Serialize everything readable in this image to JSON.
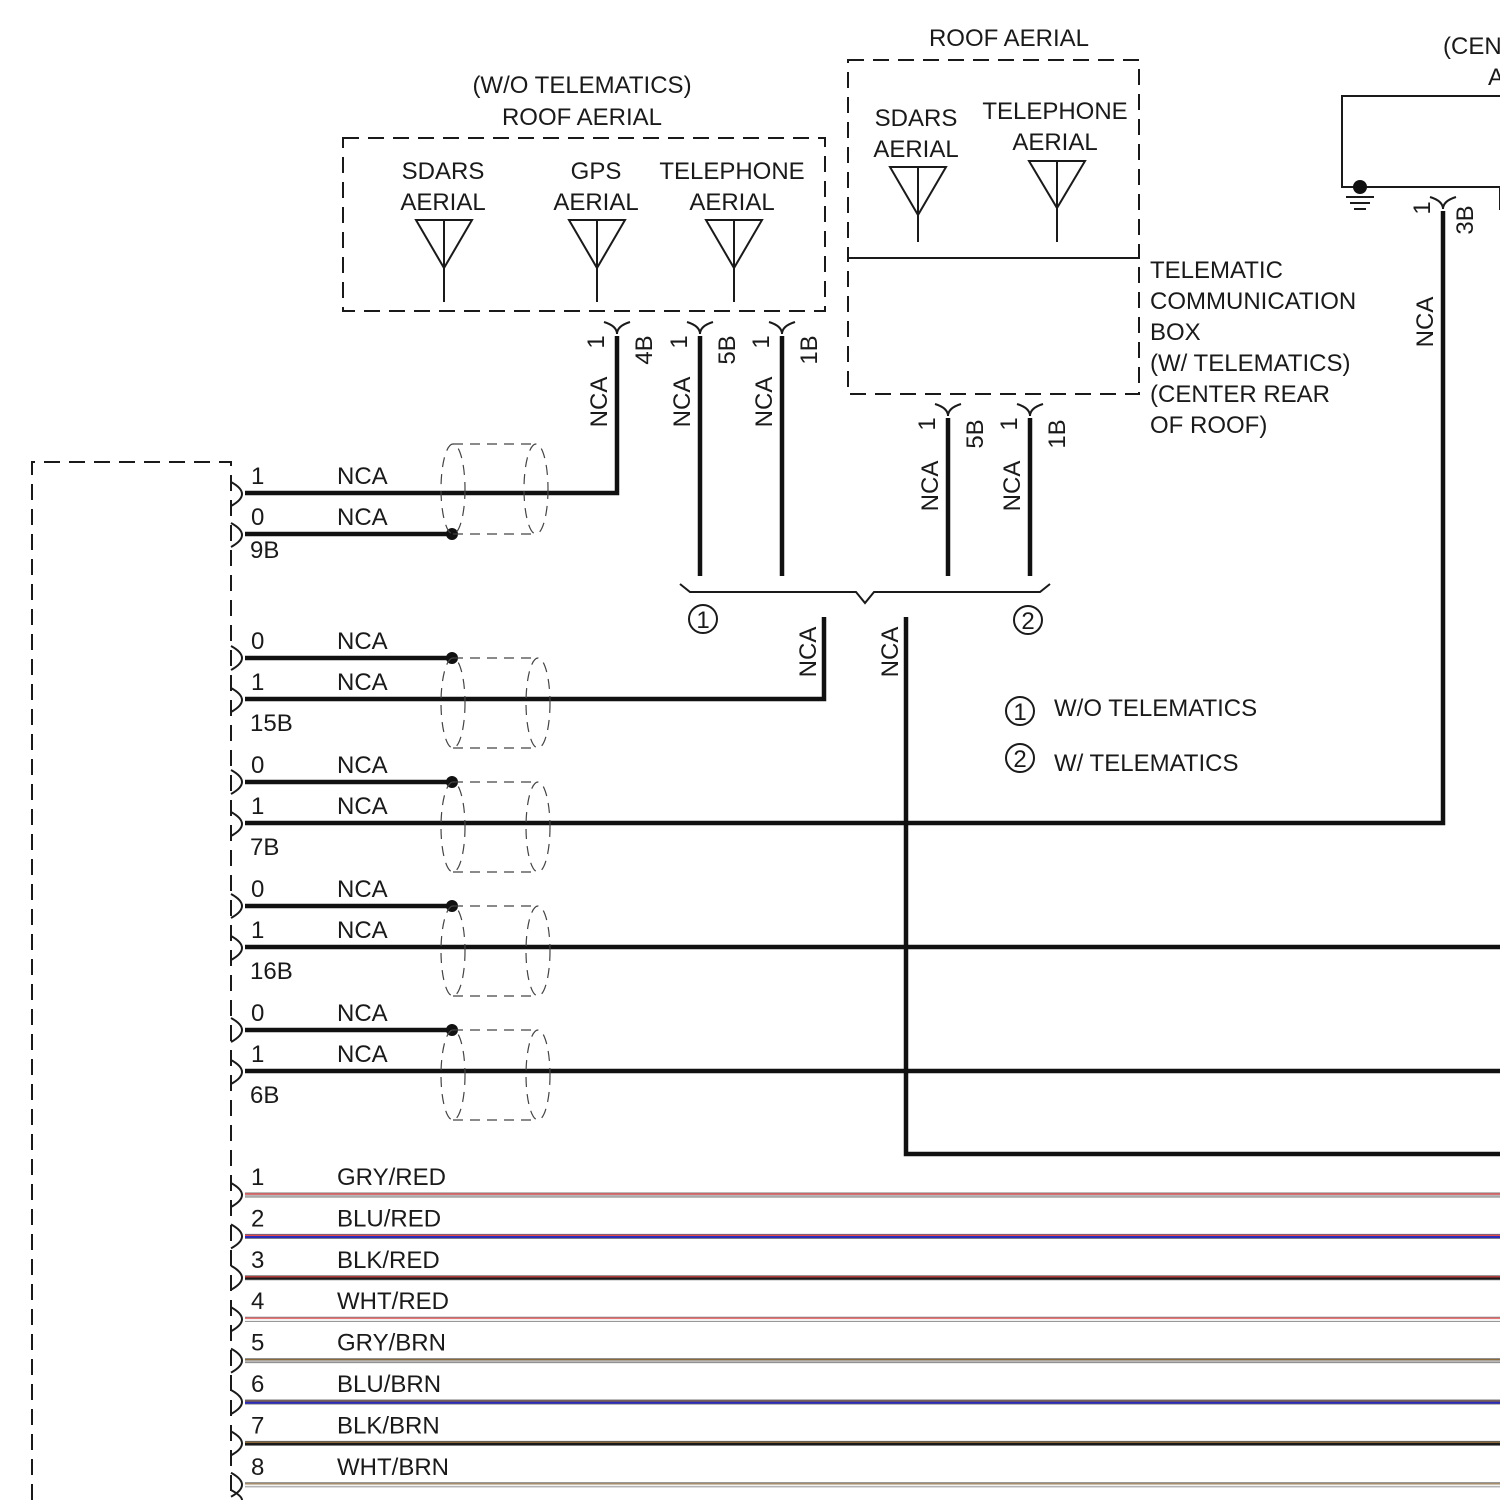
{
  "labels": {
    "wo_telematics_title": "(W/O TELEMATICS)",
    "roof_aerial_1": "ROOF AERIAL",
    "roof_aerial_2": "ROOF AERIAL",
    "sdars_1": [
      "SDARS",
      "AERIAL"
    ],
    "gps": [
      "GPS",
      "AERIAL"
    ],
    "telephone_1": [
      "TELEPHONE",
      "AERIAL"
    ],
    "sdars_2": [
      "SDARS",
      "AERIAL"
    ],
    "telephone_2": [
      "TELEPHONE",
      "AERIAL"
    ],
    "telematic_box": [
      "TELEMATIC",
      "COMMUNICATION",
      "BOX",
      "(W/ TELEMATICS)",
      "(CENTER REAR",
      "OF ROOF)"
    ],
    "cut_right_top": [
      "(CEN",
      "A"
    ]
  },
  "top_connectors": [
    {
      "pin": "1",
      "id": "4B",
      "wire": "NCA"
    },
    {
      "pin": "1",
      "id": "5B",
      "wire": "NCA"
    },
    {
      "pin": "1",
      "id": "1B",
      "wire": "NCA"
    },
    {
      "pin": "1",
      "id": "5B",
      "wire": "NCA"
    },
    {
      "pin": "1",
      "id": "1B",
      "wire": "NCA"
    },
    {
      "pin": "1",
      "id": "3B",
      "wire": "NCA"
    }
  ],
  "splice": {
    "option1": "1",
    "option2": "2",
    "left_wire": "NCA",
    "right_wire": "NCA",
    "cut_wire": "NCA"
  },
  "legend": [
    {
      "num": "1",
      "text": "W/O TELEMATICS"
    },
    {
      "num": "2",
      "text": "W/ TELEMATICS"
    }
  ],
  "left_connectors": [
    {
      "id": "9B",
      "pins": [
        {
          "pin": "1",
          "wire": "NCA"
        },
        {
          "pin": "0",
          "wire": "NCA"
        }
      ]
    },
    {
      "id": "15B",
      "pins": [
        {
          "pin": "0",
          "wire": "NCA"
        },
        {
          "pin": "1",
          "wire": "NCA"
        }
      ]
    },
    {
      "id": "7B",
      "pins": [
        {
          "pin": "0",
          "wire": "NCA"
        },
        {
          "pin": "1",
          "wire": "NCA"
        }
      ]
    },
    {
      "id": "16B",
      "pins": [
        {
          "pin": "0",
          "wire": "NCA"
        },
        {
          "pin": "1",
          "wire": "NCA"
        }
      ]
    },
    {
      "id": "6B",
      "pins": [
        {
          "pin": "0",
          "wire": "NCA"
        },
        {
          "pin": "1",
          "wire": "NCA"
        }
      ]
    }
  ],
  "color_wires": [
    {
      "pin": "1",
      "color": "GRY/RED",
      "main": "#b8b8b8",
      "stripe": "#e8494b"
    },
    {
      "pin": "2",
      "color": "BLU/RED",
      "main": "#2a2ab8",
      "stripe": "#e8494b"
    },
    {
      "pin": "3",
      "color": "BLK/RED",
      "main": "#1a1a1a",
      "stripe": "#e8494b"
    },
    {
      "pin": "4",
      "color": "WHT/RED",
      "main": "#f2f2f2",
      "stripe": "#e8494b"
    },
    {
      "pin": "5",
      "color": "GRY/BRN",
      "main": "#b8b8b8",
      "stripe": "#8a6a3a"
    },
    {
      "pin": "6",
      "color": "BLU/BRN",
      "main": "#2a2ab8",
      "stripe": "#8a6a3a"
    },
    {
      "pin": "7",
      "color": "BLK/BRN",
      "main": "#1a1a1a",
      "stripe": "#8a6a3a"
    },
    {
      "pin": "8",
      "color": "WHT/BRN",
      "main": "#f2f2f2",
      "stripe": "#8a6a3a"
    }
  ]
}
